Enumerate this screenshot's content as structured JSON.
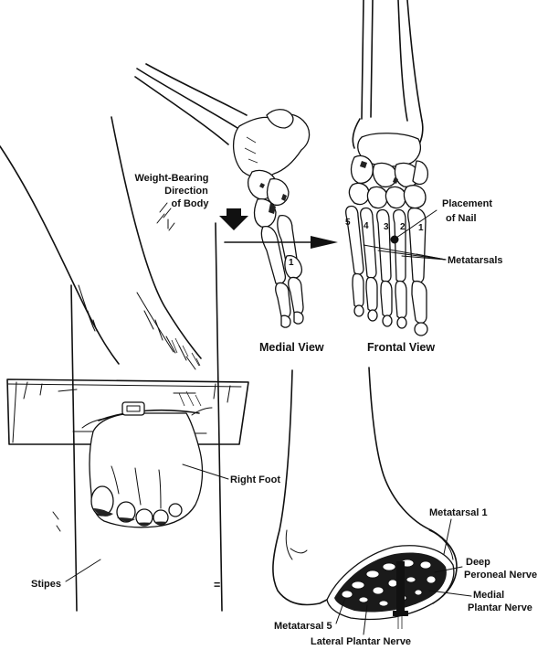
{
  "labels": {
    "weight_bearing_line1": "Weight-Bearing",
    "weight_bearing_line2": "Direction",
    "weight_bearing_line3": "of Body",
    "placement_line1": "Placement",
    "placement_line2": "of Nail",
    "metatarsals": "Metatarsals",
    "medial_view": "Medial View",
    "frontal_view": "Frontal View",
    "right_foot": "Right Foot",
    "stipes": "Stipes",
    "metatarsal_1": "Metatarsal 1",
    "deep_peroneal_line1": "Deep",
    "deep_peroneal_line2": "Peroneal Nerve",
    "medial_plantar_line1": "Medial",
    "medial_plantar_line2": "Plantar Nerve",
    "metatarsal_5": "Metatarsal 5",
    "lateral_plantar": "Lateral Plantar Nerve"
  },
  "metatarsal_numbers": [
    "5",
    "4",
    "3",
    "2",
    "1"
  ],
  "medial_number": "1",
  "break_mark": "="
}
